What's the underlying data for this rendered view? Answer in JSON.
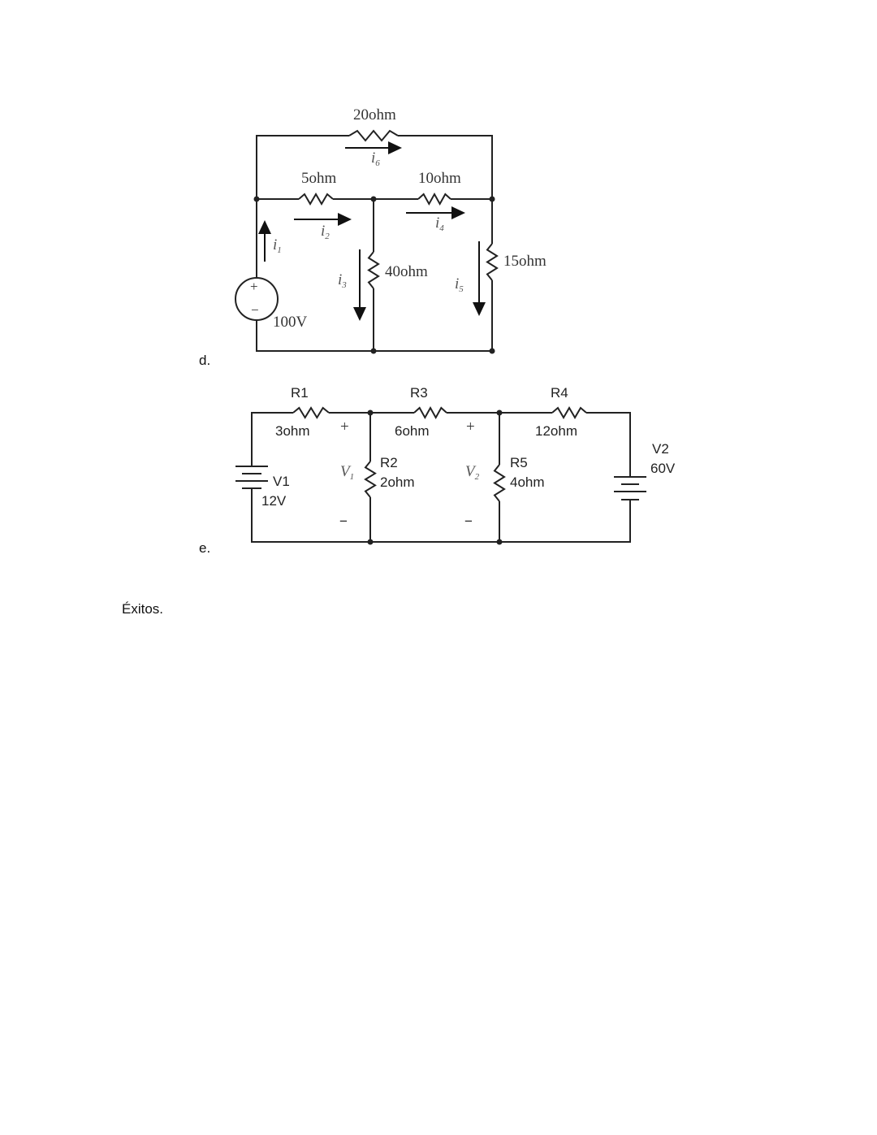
{
  "items": [
    {
      "marker": "d."
    },
    {
      "marker": "e."
    }
  ],
  "circuit_d": {
    "r_top": "20ohm",
    "r_left": "5ohm",
    "r_right": "10ohm",
    "r_mid": "40ohm",
    "r_far": "15ohm",
    "source": "100V",
    "source_plus": "+",
    "source_minus": "−",
    "currents": {
      "i1": "1",
      "i2": "2",
      "i3": "3",
      "i4": "4",
      "i5": "5",
      "i6": "6"
    },
    "current_symbol": "i"
  },
  "circuit_e": {
    "R1": {
      "name": "R1",
      "value": "3ohm"
    },
    "R2": {
      "name": "R2",
      "value": "2ohm"
    },
    "R3": {
      "name": "R3",
      "value": "6ohm"
    },
    "R4": {
      "name": "R4",
      "value": "12ohm"
    },
    "R5": {
      "name": "R5",
      "value": "4ohm"
    },
    "V1": {
      "name": "V1",
      "value": "12V"
    },
    "V2": {
      "name": "V2",
      "value": "60V"
    },
    "node_v1": {
      "symbol": "V",
      "sub": "1"
    },
    "node_v2": {
      "symbol": "V",
      "sub": "2"
    },
    "plus": "+",
    "minus": "−"
  },
  "closing": "Éxitos."
}
